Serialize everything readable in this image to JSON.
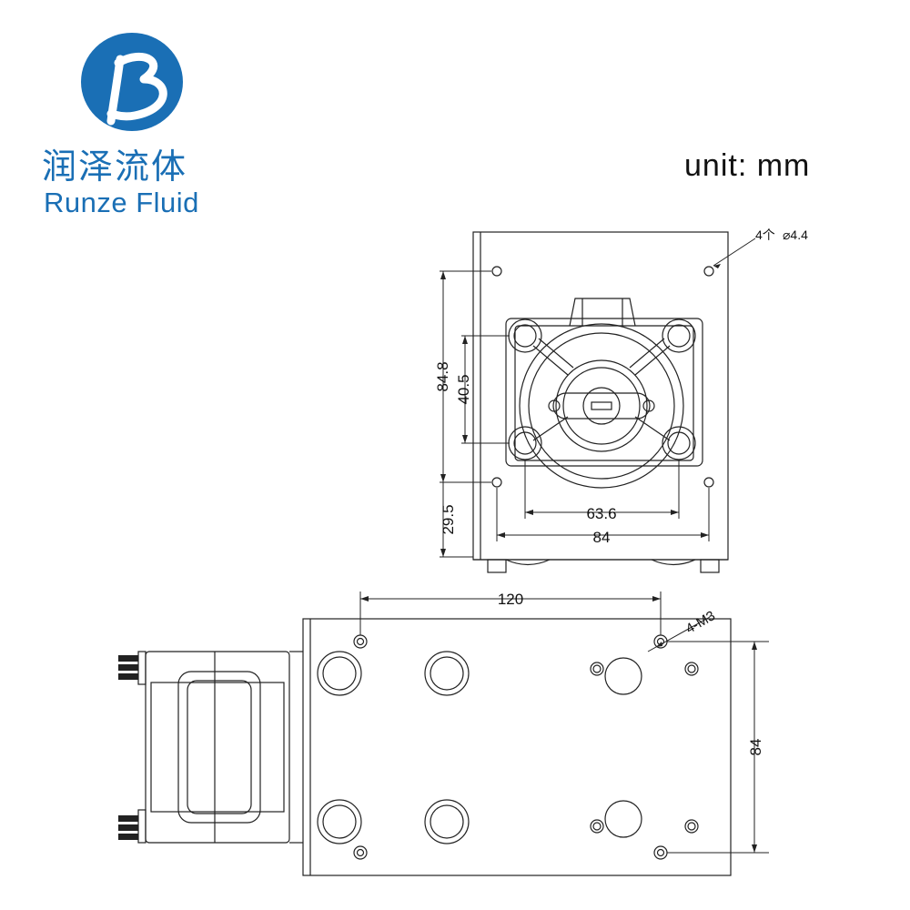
{
  "logo": {
    "mark": "B",
    "name_cn": "润泽流体",
    "name_en": "Runze Fluid"
  },
  "unit_label": "unit: mm",
  "front_view": {
    "hole_callout": "4个",
    "hole_diameter": "⌀4.4",
    "dims": {
      "outer_hole_vertical": "84.8",
      "inner_hole_vertical": "40.5",
      "bottom_offset": "29.5",
      "inner_hole_horizontal": "63.6",
      "outer_hole_horizontal": "84"
    }
  },
  "bottom_view": {
    "dims": {
      "length": "120",
      "width": "84",
      "thread": "4-M3"
    }
  }
}
